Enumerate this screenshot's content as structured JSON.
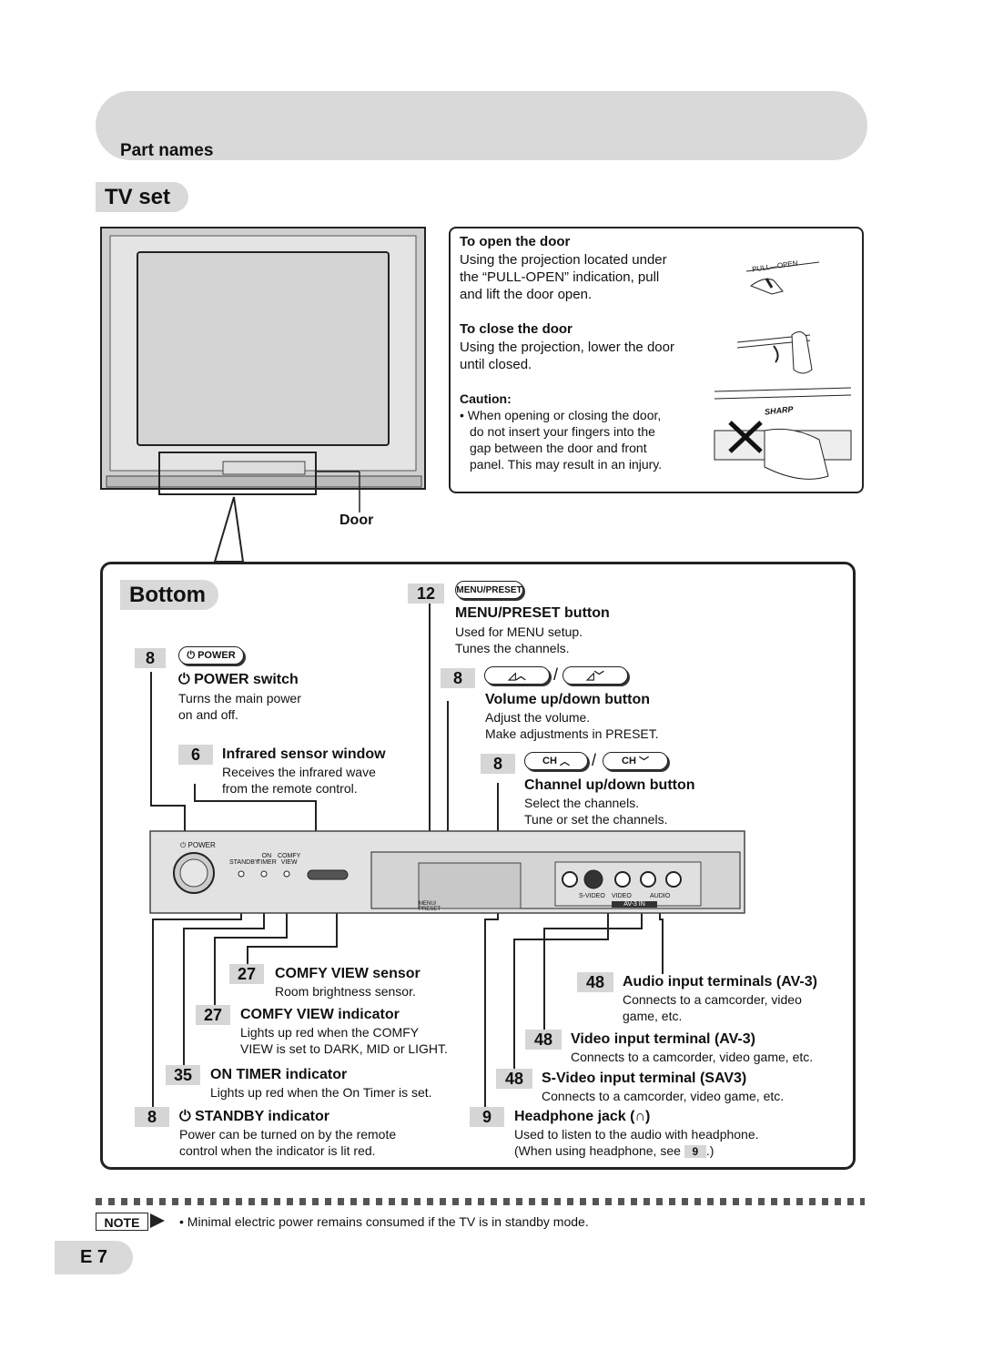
{
  "header": {
    "section": "Part names"
  },
  "tvset": {
    "title": "TV set",
    "door_label": "Door"
  },
  "door_box": {
    "open_title": "To open the door",
    "open_text": [
      "Using the projection located under",
      "the “PULL-OPEN” indication, pull",
      "and lift the door open."
    ],
    "close_title": "To close the door",
    "close_text": [
      "Using the projection, lower the door",
      "until closed."
    ],
    "caution_title": "Caution:",
    "caution_text": [
      "• When opening or closing the door,",
      "do not insert your fingers into the",
      "gap between the door and front",
      "panel. This may result in an injury."
    ],
    "pull_open": "PULL—OPEN",
    "brand": "SHARP"
  },
  "bottom": {
    "title": "Bottom",
    "power": {
      "page": "8",
      "button": "⏻ POWER",
      "title": "⏻ POWER switch",
      "text": [
        "Turns the main power",
        "on and off."
      ]
    },
    "infrared": {
      "page": "6",
      "title": "Infrared sensor window",
      "text": [
        "Receives the infrared wave",
        "from the remote control."
      ]
    },
    "menu": {
      "page": "12",
      "button": "MENU/PRESET",
      "title": "MENU/PRESET button",
      "text": [
        "Used for MENU setup.",
        "Tunes the channels."
      ]
    },
    "volume": {
      "page": "8",
      "title": "Volume up/down button",
      "text": [
        "Adjust the volume.",
        "Make adjustments in PRESET."
      ]
    },
    "channel": {
      "page": "8",
      "btn_up": "CH",
      "btn_down": "CH",
      "title": "Channel up/down button",
      "text": [
        "Select the channels.",
        "Tune or set the channels."
      ]
    },
    "comfy_sensor": {
      "page": "27",
      "title": "COMFY VIEW sensor",
      "text": [
        "Room brightness sensor."
      ]
    },
    "comfy_indicator": {
      "page": "27",
      "title": "COMFY VIEW indicator",
      "text": [
        "Lights up red when the COMFY",
        "VIEW is set to DARK, MID or LIGHT."
      ]
    },
    "on_timer": {
      "page": "35",
      "title": "ON TIMER indicator",
      "text": [
        "Lights up red when the On Timer is set."
      ]
    },
    "standby": {
      "page": "8",
      "title": "⏻ STANDBY indicator",
      "text": [
        "Power can be turned on by the remote",
        "control when the indicator is lit red."
      ]
    },
    "audio_in": {
      "page": "48",
      "title": "Audio input terminals (AV-3)",
      "text": [
        "Connects to a camcorder, video",
        "game, etc."
      ]
    },
    "video_in": {
      "page": "48",
      "title": "Video input terminal (AV-3)",
      "text": [
        "Connects to a camcorder, video game, etc."
      ]
    },
    "svideo_in": {
      "page": "48",
      "title": "S-Video input terminal (SAV3)",
      "text": [
        "Connects to a camcorder, video game, etc."
      ]
    },
    "headphone": {
      "page": "9",
      "title": "Headphone jack (∩)",
      "text": [
        "Used to listen to the audio with headphone.",
        "(When using headphone, see"
      ],
      "ref": "9",
      "ref_after": ".)"
    },
    "panel": {
      "power": "⏻ POWER",
      "standby": "STANDBY",
      "on_timer_a": "ON",
      "on_timer_b": "TIMER",
      "comfy_a": "COMFY",
      "comfy_b": "VIEW",
      "menu_preset": "MENU/ PRESET",
      "svideo": "S-VIDEO",
      "video": "VIDEO",
      "audio": "AUDIO",
      "av3": "AV-3 IN"
    }
  },
  "note": {
    "badge": "NOTE",
    "text": "• Minimal electric power remains consumed if the TV is in standby mode."
  },
  "page_number": "E 7"
}
